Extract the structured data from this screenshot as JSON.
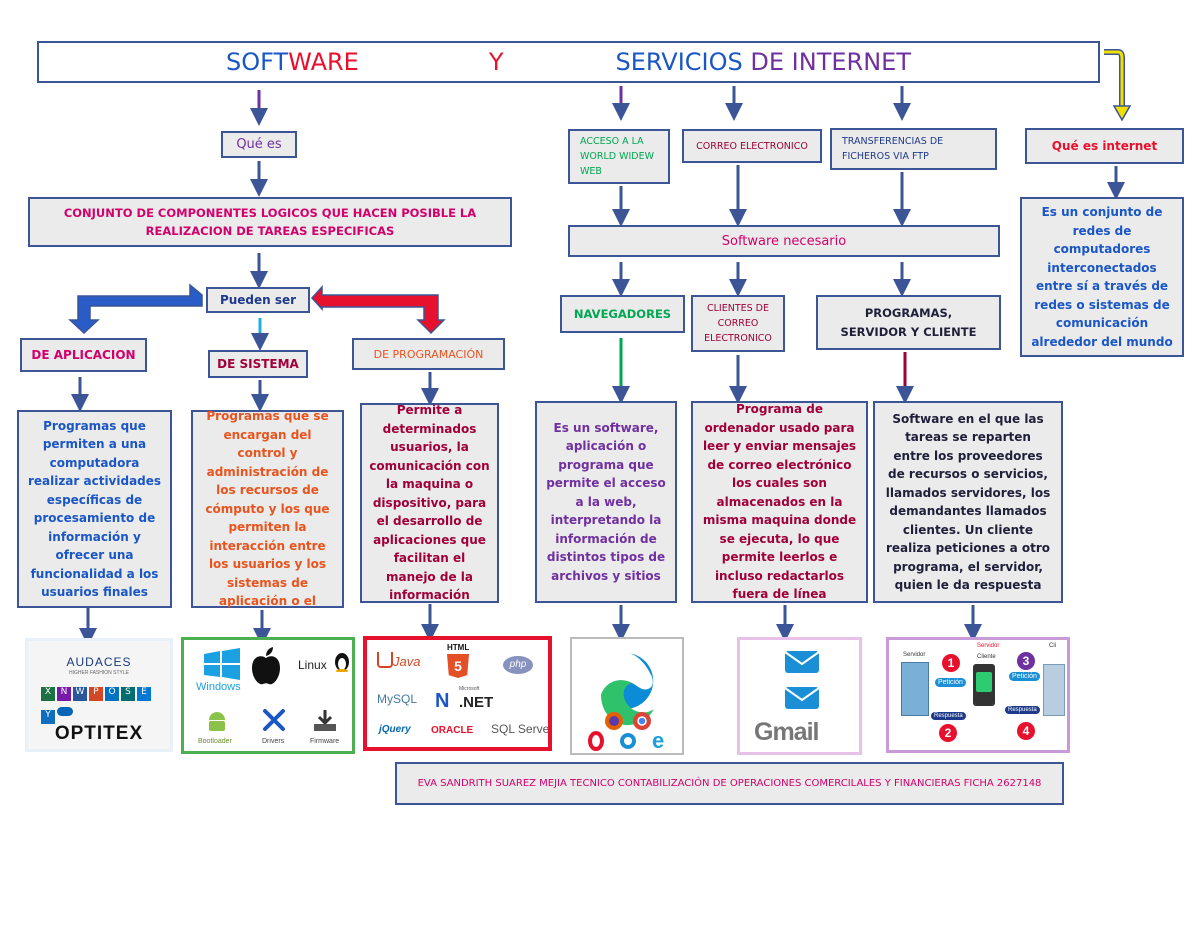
{
  "title": {
    "p1": "SOFT",
    "p2": "WARE",
    "p3": "Y",
    "p4": "SERVICIOS",
    "p5": "DE INTERNET"
  },
  "left": {
    "que_es": "Qué es",
    "definition": "CONJUNTO DE COMPONENTES LOGICOS QUE HACEN POSIBLE LA REALIZACION DE TAREAS ESPECIFICAS",
    "pueden_ser": "Pueden ser",
    "types": [
      {
        "title": "DE APLICACION",
        "desc": "Programas que permiten a una computadora realizar actividades específicas de procesamiento de información y ofrecer una funcionalidad a los usuarios finales"
      },
      {
        "title": "DE SISTEMA",
        "desc": "Programas que se encargan del control y administración de los recursos de cómputo y los que permiten la interacción entre los usuarios y los sistemas de aplicación o el"
      },
      {
        "title": "DE PROGRAMACIÓN",
        "desc": "Permite a determinados usuarios, la comunicación con la maquina o dispositivo, para el desarrollo de aplicaciones que facilitan el manejo de la información"
      }
    ]
  },
  "services": {
    "items": [
      "ACCESO A LA WORLD WIDEW WEB",
      "CORREO ELECTRONICO",
      "TRANSFERENCIAS DE FICHEROS VIA FTP"
    ],
    "software_necesario": "Software necesario",
    "software": [
      {
        "title": "NAVEGADORES",
        "desc": "Es un software, aplicación o programa que permite el acceso a la web, interpretando la información de distintos tipos de archivos y sitios"
      },
      {
        "title": "CLIENTES DE CORREO ELECTRONICO",
        "desc": "Programa de ordenador usado para leer y enviar mensajes de correo electrónico los cuales son almacenados en la misma maquina donde se ejecuta, lo que permite leerlos e incluso redactarlos fuera de línea"
      },
      {
        "title": "PROGRAMAS, SERVIDOR Y CLIENTE",
        "desc": "Software en el que las tareas se reparten entre los proveedores de recursos o servicios, llamados servidores, los demandantes llamados clientes. Un cliente realiza peticiones a otro programa, el servidor, quien le da respuesta"
      }
    ]
  },
  "internet": {
    "que_es": "Qué es internet",
    "desc": "Es un conjunto de redes de computadores interconectados entre sí a través de redes o sistemas de comunicación alrededor del mundo"
  },
  "images": {
    "app": {
      "brand": "AUDACES",
      "brand_sub": "HIGHER FASHION STYLE",
      "suite": [
        "X",
        "N",
        "W",
        "P",
        "O",
        "S",
        "E",
        "Y"
      ],
      "footer": "OPTITEX"
    },
    "sys": {
      "os": [
        "Windows",
        "Linux"
      ],
      "tools": [
        "Bootloader",
        "Drivers",
        "Firmware"
      ]
    },
    "prog": {
      "logos": [
        "Java",
        "HTML",
        "5",
        "php",
        "MySQL",
        ".NET",
        "Microsoft",
        "jQuery",
        "ORACLE",
        "SQL Server"
      ]
    },
    "email": {
      "brand": "Gmail"
    },
    "cs": {
      "labels": [
        "Servidor",
        "Cliente",
        "Servidor",
        "Cli",
        "Petición",
        "Petición",
        "Respuesta",
        "Respuesta"
      ],
      "numbers": [
        "1",
        "2",
        "3",
        "4"
      ]
    }
  },
  "footer": "EVA SANDRITH SUAREZ MEJIA TECNICO CONTABILIZACIÓN DE OPERACIONES COMERCILALES Y FINANCIERAS FICHA 2627148",
  "colors": {
    "border": "#3b5597",
    "blue_text": "#1a56c4",
    "red_text": "#e8112d",
    "magenta": "#d1006b",
    "purple": "#7030a0",
    "maroon": "#a0003a",
    "orange": "#e8541e",
    "green": "#00a651"
  }
}
